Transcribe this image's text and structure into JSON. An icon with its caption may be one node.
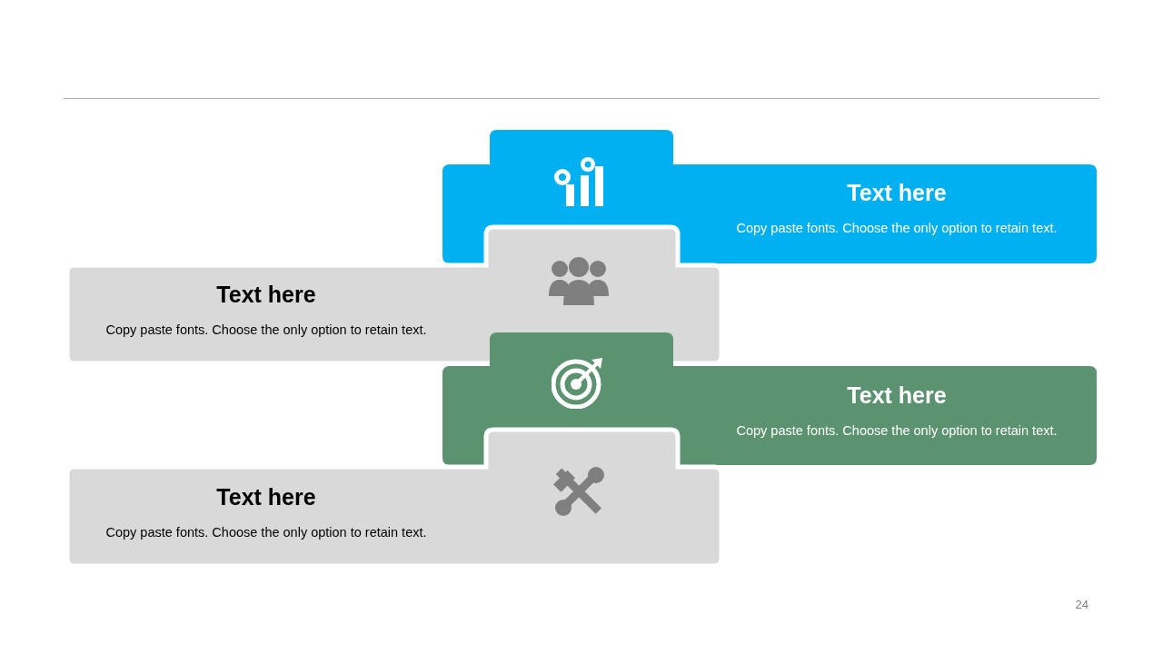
{
  "diagram": {
    "nodes": [
      {
        "text": [
          "Text here",
          "Copy paste fonts. Choose the only option to retain text."
        ]
      },
      {
        "text": [
          "Text here",
          "Copy paste fonts. Choose the only option to retain text."
        ]
      },
      {
        "text": [
          "Text here",
          "Copy paste fonts. Choose the only option to retain text."
        ]
      },
      {
        "text": [
          "Text here",
          "Copy paste fonts. Choose the only option to retain text."
        ]
      }
    ],
    "edges": [],
    "labels": [
      "24"
    ]
  }
}
